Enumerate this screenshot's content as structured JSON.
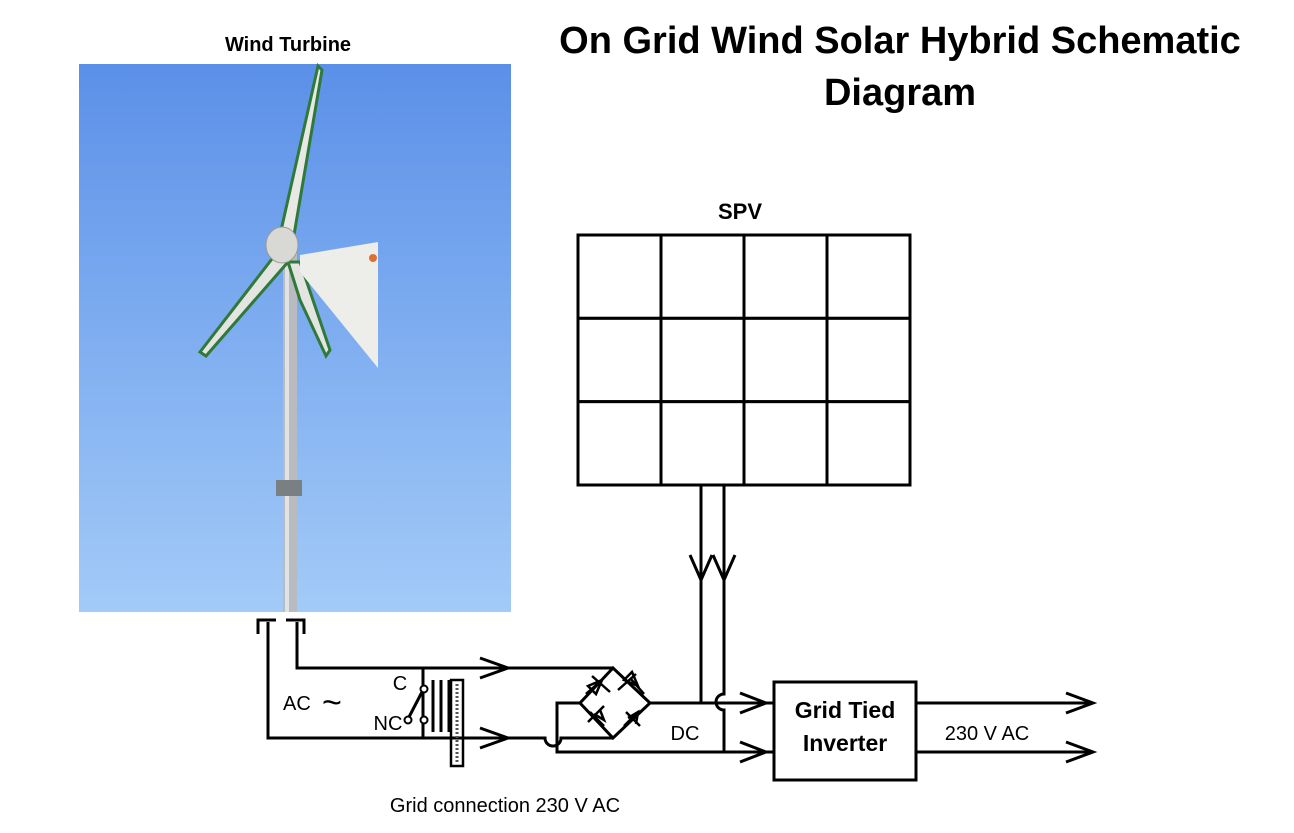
{
  "title": {
    "line1": "On Grid Wind Solar Hybrid Schematic",
    "line2": "Diagram"
  },
  "wind_turbine": {
    "label": "Wind Turbine",
    "sky_top": "#5b90e8",
    "sky_bottom": "#a3cbf8",
    "blade_edge": "#2f7a3a"
  },
  "spv": {
    "label": "SPV",
    "rows": 3,
    "cols": 4
  },
  "relay": {
    "common_label": "C",
    "nc_label": "NC"
  },
  "ac_source": {
    "label": "AC",
    "symbol": "~"
  },
  "rectifier": {
    "output_label": "DC"
  },
  "inverter": {
    "line1": "Grid Tied",
    "line2": "Inverter"
  },
  "output": {
    "label": "230 V AC"
  },
  "grid": {
    "label": "Grid connection 230 V AC"
  }
}
